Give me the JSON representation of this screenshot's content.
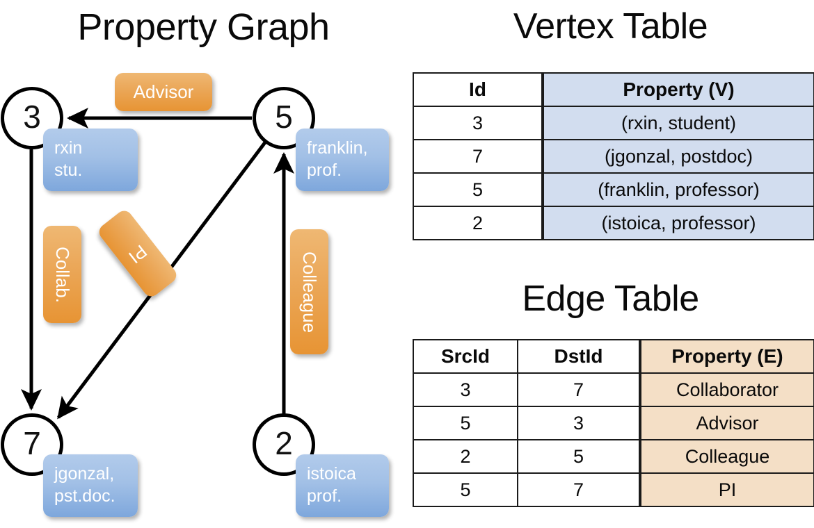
{
  "titles": {
    "property_graph": "Property Graph",
    "vertex_table": "Vertex Table",
    "edge_table": "Edge Table"
  },
  "graph": {
    "nodes": [
      {
        "id": "3",
        "property_label": "rxin\nstu."
      },
      {
        "id": "5",
        "property_label": "franklin,\nprof."
      },
      {
        "id": "7",
        "property_label": "jgonzal,\npst.doc."
      },
      {
        "id": "2",
        "property_label": "istoica\nprof."
      }
    ],
    "node_labels": {
      "n3_line1": "rxin",
      "n3_line2": "stu.",
      "n5_line1": "franklin,",
      "n5_line2": "prof.",
      "n7_line1": "jgonzal,",
      "n7_line2": "pst.doc.",
      "n2_line1": "istoica",
      "n2_line2": "prof."
    },
    "edge_labels": {
      "advisor": "Advisor",
      "collab": "Collab.",
      "pi": "PI",
      "colleague": "Colleague"
    },
    "edges": [
      {
        "src": "5",
        "dst": "3",
        "label": "Advisor"
      },
      {
        "src": "3",
        "dst": "7",
        "label": "Collab."
      },
      {
        "src": "5",
        "dst": "7",
        "label": "PI"
      },
      {
        "src": "2",
        "dst": "5",
        "label": "Colleague"
      }
    ]
  },
  "vertex_table": {
    "headers": [
      "Id",
      "Property (V)"
    ],
    "rows": [
      {
        "id": "3",
        "property": "(rxin, student)"
      },
      {
        "id": "7",
        "property": "(jgonzal, postdoc)"
      },
      {
        "id": "5",
        "property": "(franklin, professor)"
      },
      {
        "id": "2",
        "property": "(istoica, professor)"
      }
    ]
  },
  "edge_table": {
    "headers": [
      "SrcId",
      "DstId",
      "Property (E)"
    ],
    "rows": [
      {
        "src": "3",
        "dst": "7",
        "property": "Collaborator"
      },
      {
        "src": "5",
        "dst": "3",
        "property": "Advisor"
      },
      {
        "src": "2",
        "dst": "5",
        "property": "Colleague"
      },
      {
        "src": "5",
        "dst": "7",
        "property": "PI"
      }
    ]
  },
  "colors": {
    "vertex_property_fill": "#d2ddef",
    "edge_property_fill": "#f4dfc6",
    "vertex_box_blue": "#7ea7dc",
    "edge_box_orange": "#e79434",
    "stroke": "#000000",
    "background": "#ffffff"
  }
}
